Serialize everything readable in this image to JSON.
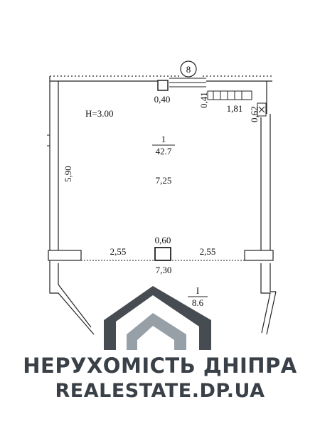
{
  "plan": {
    "axis_marker": "8",
    "ceiling_height": "H=3.00",
    "rooms": [
      {
        "number": "1",
        "area": "42.7"
      },
      {
        "number": "I",
        "area": "8.6"
      }
    ],
    "dimensions": {
      "left_wall_height": "5,90",
      "interior_width": "7,25",
      "column_top": "0,40",
      "column_mid": "0,60",
      "left_span": "2,55",
      "right_span": "2,55",
      "bottom_width": "7,30",
      "niche_depth": "0,41",
      "niche_width": "1,81",
      "recess_depth": "0,62"
    }
  },
  "watermark": {
    "line1": "НЕРУХОМІСТЬ ДНІПРА",
    "line2": "REALESTATE.DP.UA",
    "color": "#3a4047"
  }
}
